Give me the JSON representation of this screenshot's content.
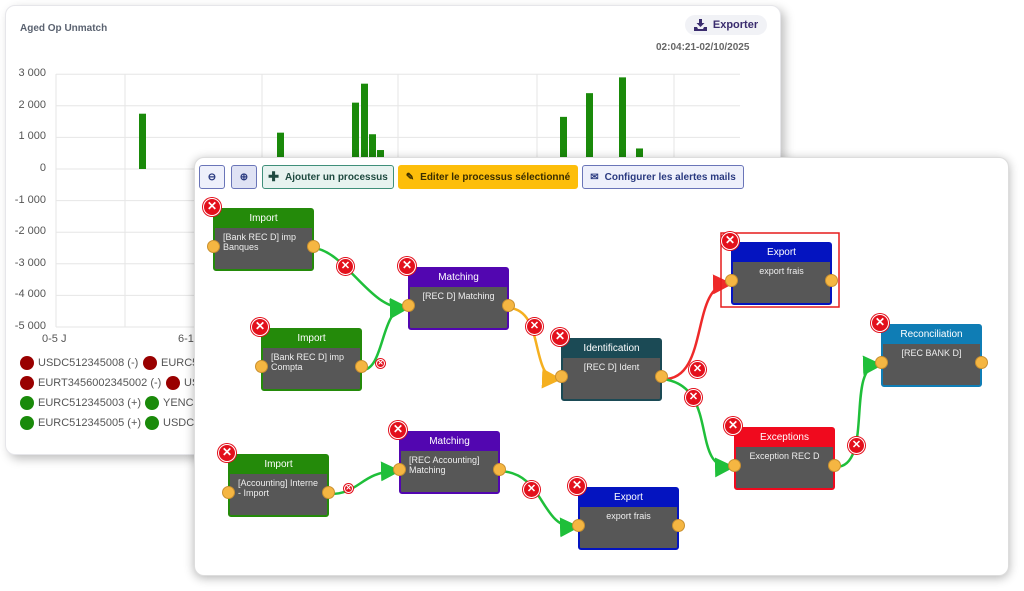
{
  "card": {
    "title": "Aged Op Unmatch",
    "export_label": "Exporter",
    "timestamp": "02:04:21-02/10/2025"
  },
  "chart_data": {
    "type": "bar",
    "title": "Aged Op Unmatch",
    "ylim": [
      -5000,
      3000
    ],
    "yticks": [
      "3 000",
      "2 000",
      "1 000",
      "0",
      "-1 000",
      "-2 000",
      "-3 000",
      "-4 000",
      "-5 000"
    ],
    "xticks": [
      "0-5 J",
      "6-1"
    ],
    "bar_color": "#1a8a0a",
    "bars": [
      1750,
      1150,
      2100,
      2700,
      1100,
      600,
      1650,
      2400,
      2900,
      650
    ],
    "legend": [
      {
        "label": "USDC512345008 (-)",
        "color": "#990000"
      },
      {
        "label": "EURC5",
        "color": "#990000"
      },
      {
        "label": "EURT3456002345002 (-)",
        "color": "#990000"
      },
      {
        "label": "US",
        "color": "#990000"
      },
      {
        "label": "EURC512345003 (+)",
        "color": "#1a8a0a"
      },
      {
        "label": "YENC",
        "color": "#1a8a0a"
      },
      {
        "label": "EURC512345005 (+)",
        "color": "#1a8a0a"
      },
      {
        "label": "USDC",
        "color": "#1a8a0a"
      }
    ]
  },
  "toolbar": {
    "add": "Ajouter un processus",
    "edit": "Editer le processus sélectionné",
    "alerts": "Configurer les alertes mails"
  },
  "nodes": [
    {
      "type": "Import",
      "label": "[Bank REC D] imp Banques",
      "color": "#248a0a"
    },
    {
      "type": "Import",
      "label": "[Bank REC D] imp Compta",
      "color": "#248a0a"
    },
    {
      "type": "Matching",
      "label": "[REC D] Matching",
      "color": "#5206b0"
    },
    {
      "type": "Identification",
      "label": "[REC D] Ident",
      "color": "#1b4a55"
    },
    {
      "type": "Export",
      "label": "export frais",
      "color": "#0414c0"
    },
    {
      "type": "Reconciliation",
      "label": "[REC BANK D]",
      "color": "#0f7db5"
    },
    {
      "type": "Exceptions",
      "label": "Exception REC D",
      "color": "#f00a1e"
    },
    {
      "type": "Import",
      "label": "[Accounting] Interne - Import",
      "color": "#248a0a"
    },
    {
      "type": "Matching",
      "label": "[REC Accounting] Matching",
      "color": "#5206b0"
    },
    {
      "type": "Export",
      "label": "export frais",
      "color": "#0414c0"
    }
  ]
}
